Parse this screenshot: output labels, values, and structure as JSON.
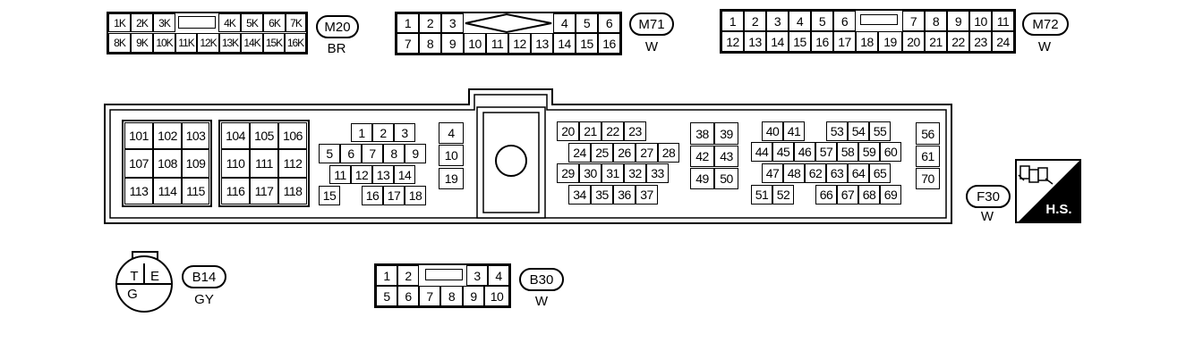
{
  "connectors": {
    "m20": {
      "id": "M20",
      "color": "BR",
      "top_left": [
        "1K",
        "2K",
        "3K"
      ],
      "top_right": [
        "4K",
        "5K",
        "6K",
        "7K"
      ],
      "bottom": [
        "8K",
        "9K",
        "10K",
        "11K",
        "12K",
        "13K",
        "14K",
        "15K",
        "16K"
      ]
    },
    "m71": {
      "id": "M71",
      "color": "W",
      "top_left": [
        "1",
        "2",
        "3"
      ],
      "top_right": [
        "4",
        "5",
        "6"
      ],
      "bottom": [
        "7",
        "8",
        "9",
        "10",
        "11",
        "12",
        "13",
        "14",
        "15",
        "16"
      ]
    },
    "m72": {
      "id": "M72",
      "color": "W",
      "top_left": [
        "1",
        "2",
        "3",
        "4",
        "5",
        "6"
      ],
      "top_right": [
        "7",
        "8",
        "9",
        "10",
        "11"
      ],
      "bottom": [
        "12",
        "13",
        "14",
        "15",
        "16",
        "17",
        "18",
        "19",
        "20",
        "21",
        "22",
        "23",
        "24"
      ]
    },
    "f30": {
      "id": "F30",
      "color": "W",
      "grid_a": [
        "101",
        "102",
        "103",
        "107",
        "108",
        "109",
        "113",
        "114",
        "115"
      ],
      "grid_b": [
        "104",
        "105",
        "106",
        "110",
        "111",
        "112",
        "116",
        "117",
        "118"
      ],
      "grp1": [
        "1",
        "2",
        "3",
        "5",
        "6",
        "7",
        "8",
        "9",
        "11",
        "12",
        "13",
        "14",
        "15",
        "16",
        "17",
        "18"
      ],
      "grp2": [
        "4",
        "10",
        "19"
      ],
      "grp3": [
        "20",
        "21",
        "22",
        "23",
        "24",
        "25",
        "26",
        "27",
        "28",
        "29",
        "30",
        "31",
        "32",
        "33",
        "34",
        "35",
        "36",
        "37"
      ],
      "grp4": [
        "38",
        "39",
        "42",
        "43",
        "49",
        "50"
      ],
      "grp5": [
        "40",
        "41",
        "53",
        "54",
        "55",
        "44",
        "45",
        "46",
        "57",
        "58",
        "59",
        "60",
        "47",
        "48",
        "62",
        "63",
        "64",
        "65",
        "51",
        "52",
        "66",
        "67",
        "68",
        "69"
      ],
      "grp6": [
        "56",
        "61",
        "70"
      ]
    },
    "b14": {
      "id": "B14",
      "color": "GY",
      "pins": [
        "T",
        "E",
        "G"
      ]
    },
    "b30": {
      "id": "B30",
      "color": "W",
      "top_left": [
        "1",
        "2"
      ],
      "top_right": [
        "3",
        "4"
      ],
      "bottom": [
        "5",
        "6",
        "7",
        "8",
        "9",
        "10"
      ]
    }
  },
  "hs_label": "H.S."
}
